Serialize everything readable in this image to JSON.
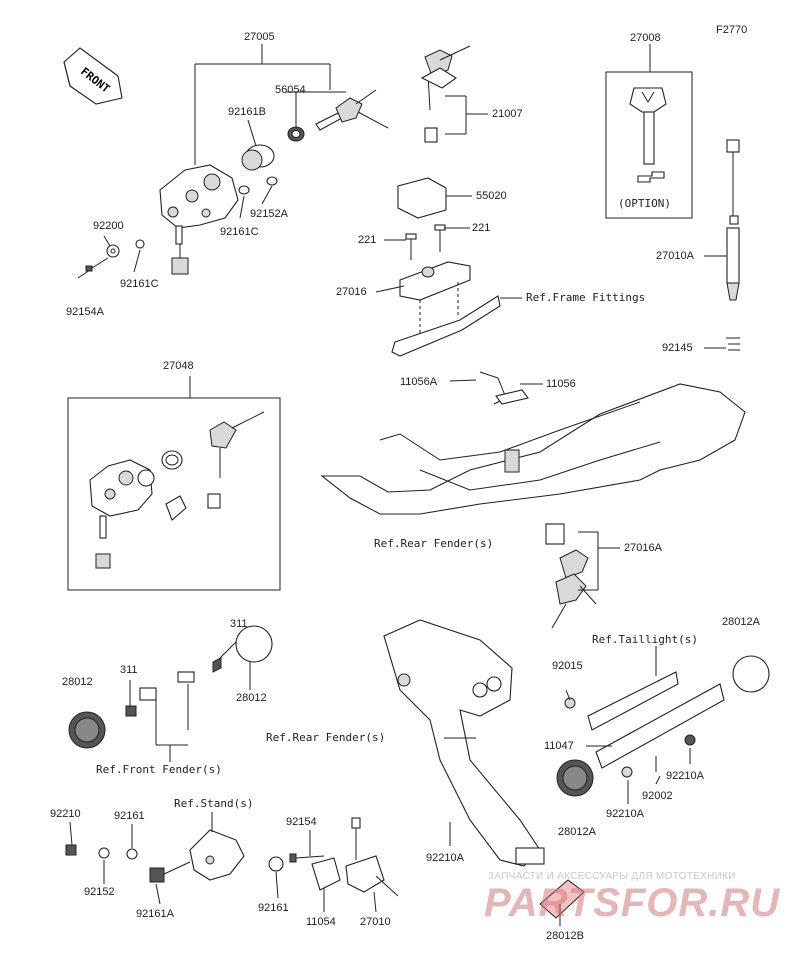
{
  "figure_code": "F2770",
  "front_arrow": "FRONT",
  "option_label": "(OPTION)",
  "watermark": {
    "line1": "ЗАПЧАСТИ И АКСЕССУАРЫ ДЛЯ МОТОТЕХНИКИ",
    "line2": "PARTSFOR.RU"
  },
  "parts": {
    "p27005": "27005",
    "p56054": "56054",
    "p92161B": "92161B",
    "p92152A": "92152A",
    "p92161C_a": "92161C",
    "p92200": "92200",
    "p92161C_b": "92161C",
    "p92154A": "92154A",
    "p21007": "21007",
    "p55020": "55020",
    "p221_a": "221",
    "p221_b": "221",
    "p27016": "27016",
    "p27008": "27008",
    "p27010A": "27010A",
    "p92145": "92145",
    "p27048": "27048",
    "p11056A": "11056A",
    "p11056": "11056",
    "p27016A": "27016A",
    "p311_a": "311",
    "p311_b": "311",
    "p28012_a": "28012",
    "p28012_b": "28012",
    "p28012A_a": "28012A",
    "p92015": "92015",
    "p11047": "11047",
    "p92002": "92002",
    "p92210A_a": "92210A",
    "p92210A_b": "92210A",
    "p28012A_b": "28012A",
    "p92210": "92210",
    "p92161_a": "92161",
    "p92152": "92152",
    "p92161A": "92161A",
    "p92154": "92154",
    "p92161_b": "92161",
    "p11054": "11054",
    "p27010": "27010",
    "p92210A_c": "92210A",
    "p28012B": "28012B"
  },
  "refs": {
    "frame_fittings": "Ref.Frame Fittings",
    "rear_fender_1": "Ref.Rear Fender(s)",
    "rear_fender_2": "Ref.Rear Fender(s)",
    "taillight": "Ref.Taillight(s)",
    "front_fender": "Ref.Front Fender(s)",
    "stand": "Ref.Stand(s)"
  }
}
